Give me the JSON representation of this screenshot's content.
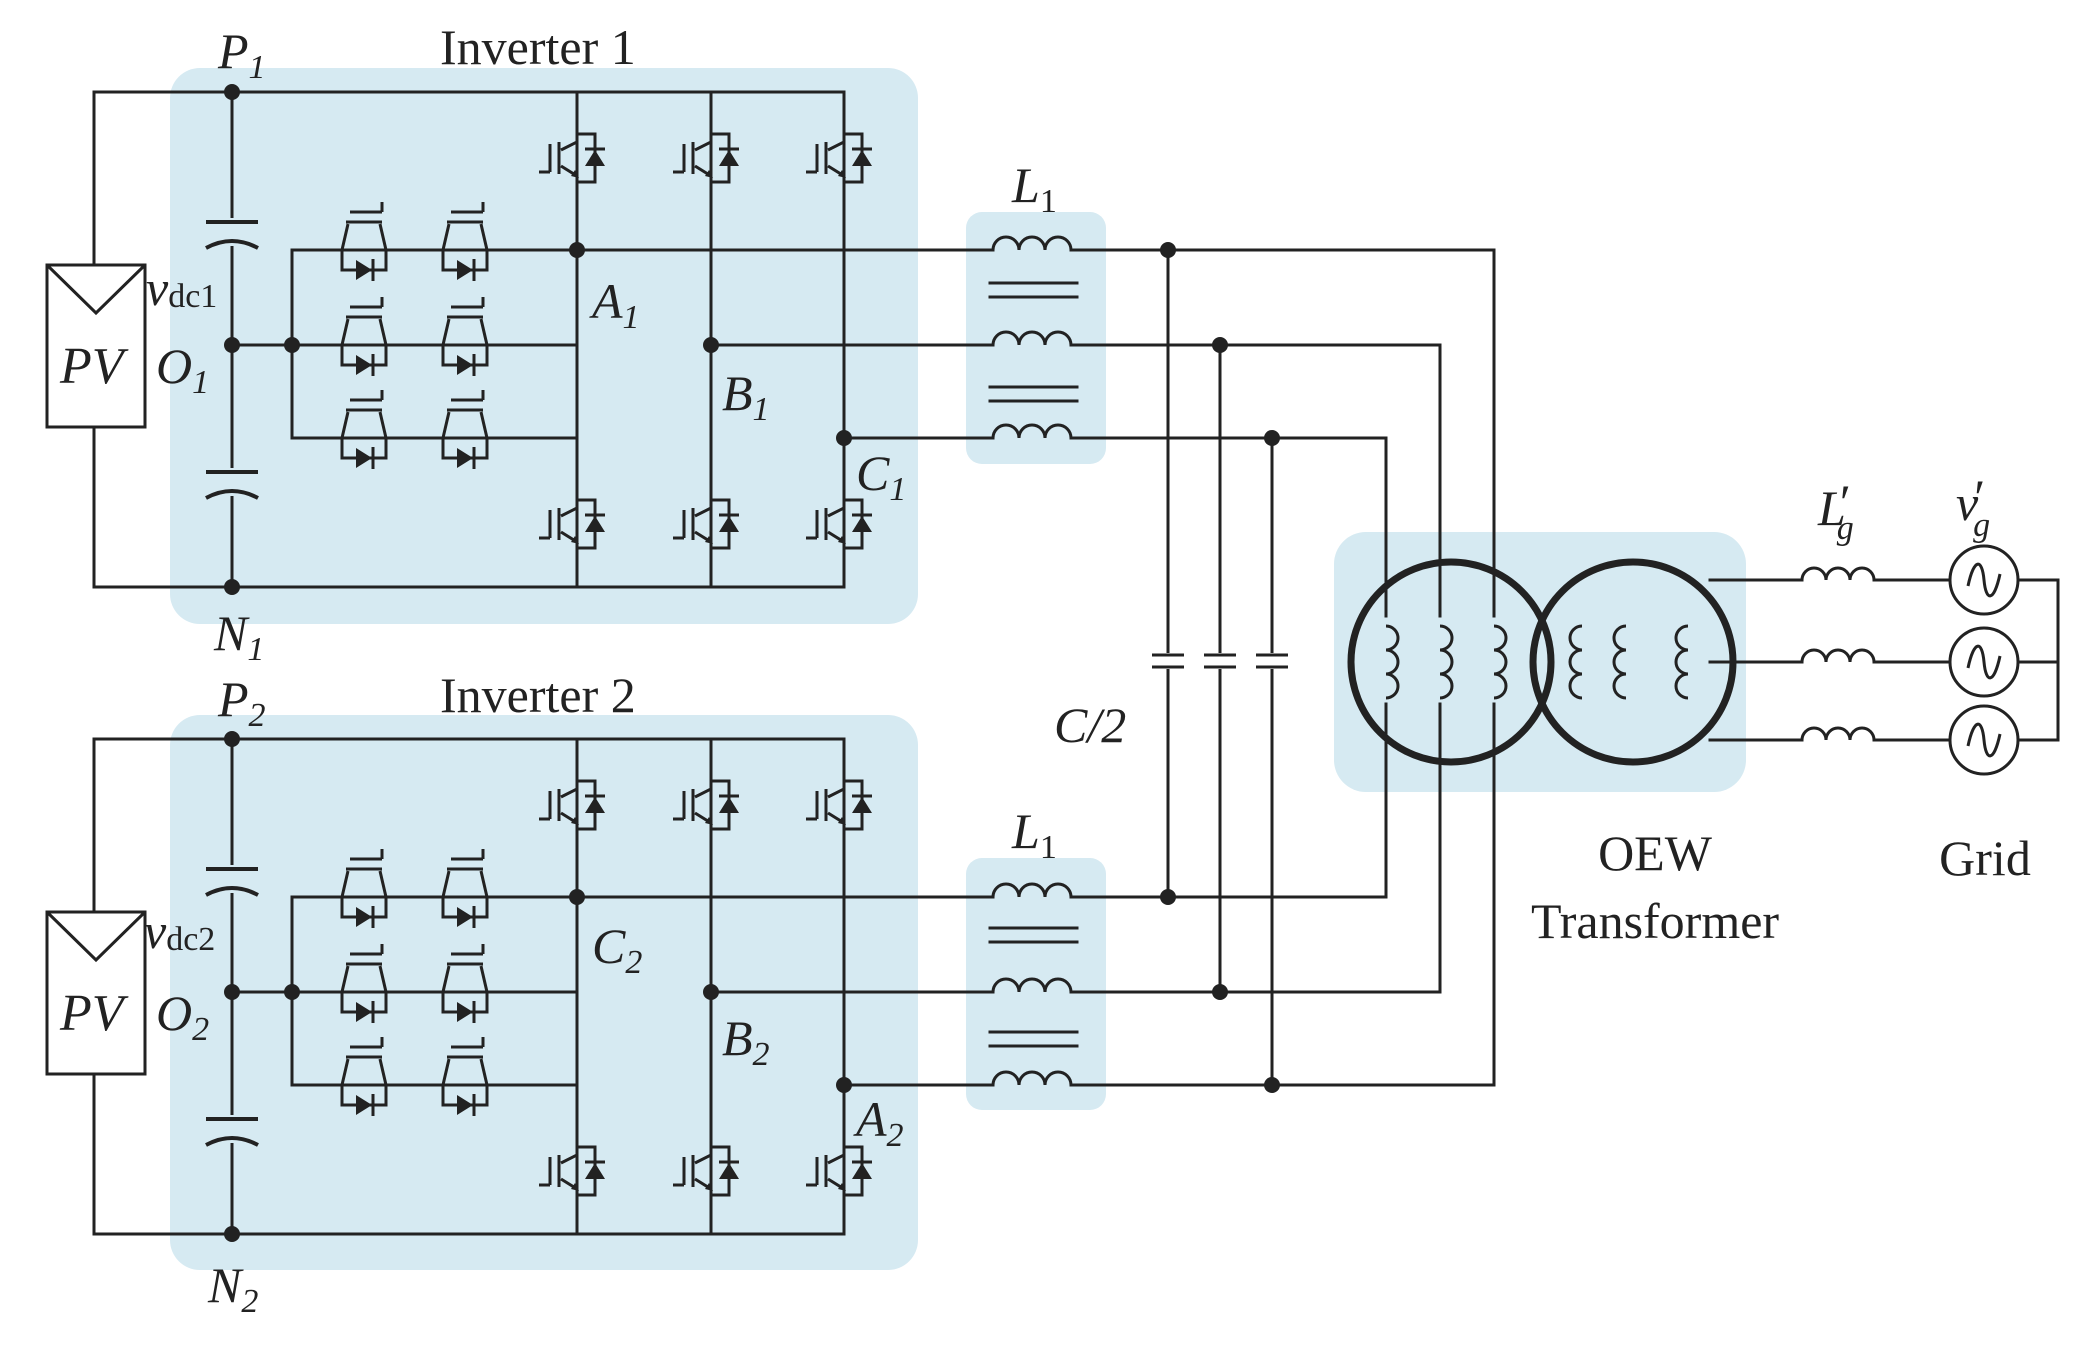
{
  "colors": {
    "wire": "#222222",
    "panel": "#d6eaf2",
    "background": "#ffffff"
  },
  "icons": {
    "switch": "igbt-icon",
    "diode": "diode-icon",
    "source": "ac-source-icon",
    "pv": "pv-panel-icon",
    "capacitor": "capacitor-icon",
    "inductor": "inductor-icon",
    "transformer": "transformer-icon"
  },
  "labels": {
    "inverter1": "Inverter 1",
    "inverter2": "Inverter 2",
    "pv1": "PV",
    "pv2": "PV",
    "p1": {
      "main": "P",
      "sub": "1"
    },
    "n1": {
      "main": "N",
      "sub": "1"
    },
    "o1": {
      "main": "O",
      "sub": "1"
    },
    "vdc1": {
      "main": "v",
      "sub": "dc1"
    },
    "p2": {
      "main": "P",
      "sub": "2"
    },
    "n2": {
      "main": "N",
      "sub": "2"
    },
    "o2": {
      "main": "O",
      "sub": "2"
    },
    "vdc2": {
      "main": "v",
      "sub": "dc2"
    },
    "a1": {
      "main": "A",
      "sub": "1"
    },
    "b1": {
      "main": "B",
      "sub": "1"
    },
    "c1": {
      "main": "C",
      "sub": "1"
    },
    "c2": {
      "main": "C",
      "sub": "2"
    },
    "b2": {
      "main": "B",
      "sub": "2"
    },
    "a2": {
      "main": "A",
      "sub": "2"
    },
    "l1_top": {
      "main": "L",
      "sub": "1"
    },
    "l1_bottom": {
      "main": "L",
      "sub": "1"
    },
    "cap_half": "C/2",
    "lg": {
      "main": "L",
      "prime": "′",
      "sub": "g"
    },
    "vg": {
      "main": "v",
      "prime": "′",
      "sub": "g"
    },
    "oew_line1": "OEW",
    "oew_line2": "Transformer",
    "grid": "Grid"
  }
}
